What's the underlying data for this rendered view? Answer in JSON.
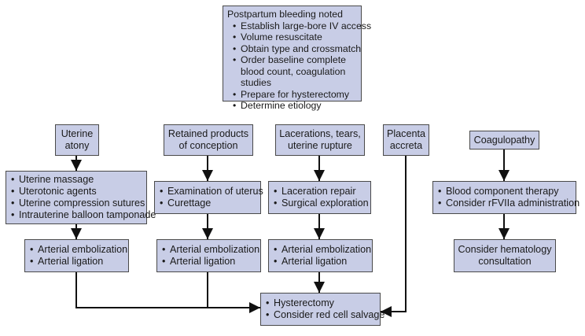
{
  "top": {
    "title": "Postpartum bleeding noted",
    "items": [
      "Establish large-bore IV access",
      "Volume resuscitate",
      "Obtain type and crossmatch",
      "Order baseline complete blood count, coagulation studies",
      "Prepare for hysterectomy",
      "Determine etiology"
    ]
  },
  "etiology": {
    "atony": [
      "Uterine",
      "atony"
    ],
    "retained": [
      "Retained products",
      "of conception"
    ],
    "lacerations": [
      "Lacerations, tears,",
      "uterine rupture"
    ],
    "accreta": [
      "Placenta",
      "accreta"
    ],
    "coag": [
      "Coagulopathy"
    ]
  },
  "treatment": {
    "atony": [
      "Uterine massage",
      "Uterotonic agents",
      "Uterine compression sutures",
      "Intrauterine balloon tamponade"
    ],
    "retained": [
      "Examination of uterus",
      "Curettage"
    ],
    "lacerations": [
      "Laceration repair",
      "Surgical exploration"
    ],
    "coag": [
      "Blood component therapy",
      "Consider rFVIIa administration"
    ]
  },
  "embolization": {
    "atony": [
      "Arterial embolization",
      "Arterial ligation"
    ],
    "retained": [
      "Arterial embolization",
      "Arterial ligation"
    ],
    "lacerations": [
      "Arterial embolization",
      "Arterial ligation"
    ]
  },
  "hematology": [
    "Consider hematology",
    "consultation"
  ],
  "final": [
    "Hysterectomy",
    "Consider red cell salvage"
  ]
}
